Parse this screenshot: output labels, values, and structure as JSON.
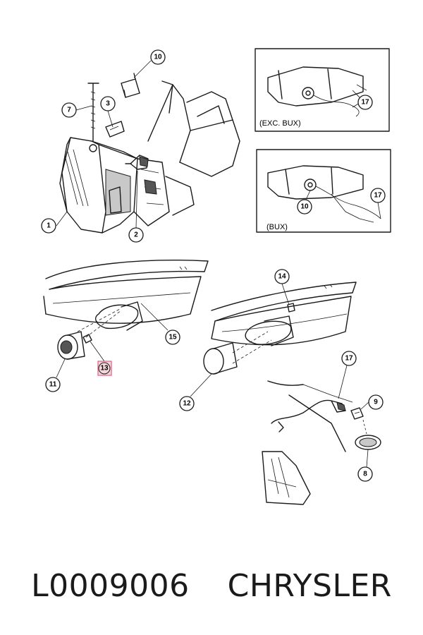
{
  "callouts": {
    "c1": "1",
    "c2": "2",
    "c3": "3",
    "c7": "7",
    "c10a": "10",
    "c17a": "17",
    "c10b": "10",
    "c17b": "17",
    "c14": "14",
    "c15": "15",
    "c11": "11",
    "c13": "13",
    "c12": "12",
    "c17c": "17",
    "c9": "9",
    "c8": "8"
  },
  "insets": {
    "top_label": "(EXC. BUX)",
    "bottom_label": "(BUX)"
  },
  "highlight_color": "#e06080",
  "footer": {
    "part_number": "L0009006",
    "brand": "CHRYSLER"
  }
}
